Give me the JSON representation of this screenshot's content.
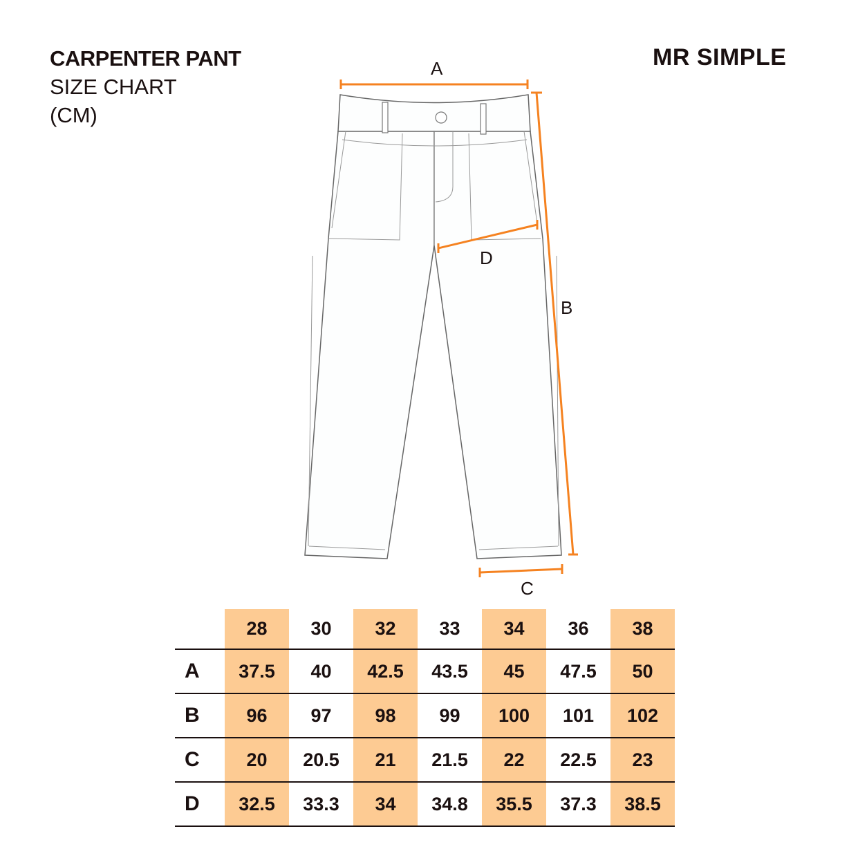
{
  "header": {
    "title_line1": "CARPENTER PANT",
    "title_line2": "SIZE CHART",
    "title_line3": "(CM)",
    "brand": "MR SIMPLE"
  },
  "diagram": {
    "labels": {
      "A": "A",
      "B": "B",
      "C": "C",
      "D": "D"
    },
    "accent_color": "#F58220"
  },
  "table": {
    "highlight_color": "#FDCB93",
    "sizes": [
      "28",
      "30",
      "32",
      "33",
      "34",
      "36",
      "38"
    ],
    "rows": [
      {
        "label": "A",
        "values": [
          "37.5",
          "40",
          "42.5",
          "43.5",
          "45",
          "47.5",
          "50"
        ]
      },
      {
        "label": "B",
        "values": [
          "96",
          "97",
          "98",
          "99",
          "100",
          "101",
          "102"
        ]
      },
      {
        "label": "C",
        "values": [
          "20",
          "20.5",
          "21",
          "21.5",
          "22",
          "22.5",
          "23"
        ]
      },
      {
        "label": "D",
        "values": [
          "32.5",
          "33.3",
          "34",
          "34.8",
          "35.5",
          "37.3",
          "38.5"
        ]
      }
    ]
  }
}
